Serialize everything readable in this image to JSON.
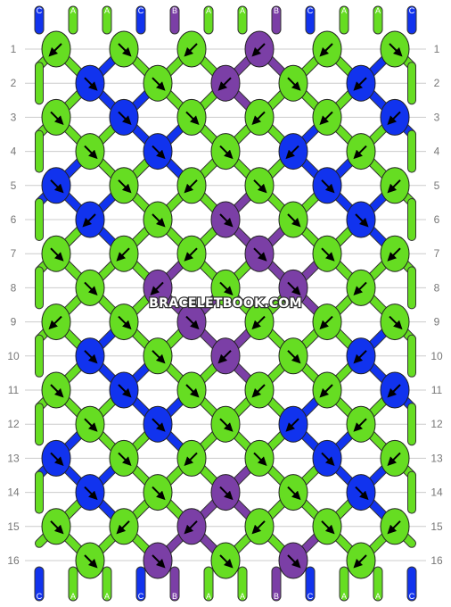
{
  "watermark": "BRACELETBOOK.COM",
  "colors": {
    "A": "#66dd22",
    "B": "#7b3fa6",
    "C": "#1133ee"
  },
  "strands_top": [
    "C",
    "A",
    "A",
    "C",
    "B",
    "A",
    "A",
    "B",
    "C",
    "A",
    "A",
    "C"
  ],
  "strands_bottom": [
    "C",
    "A",
    "A",
    "C",
    "B",
    "A",
    "A",
    "B",
    "C",
    "A",
    "A",
    "C"
  ],
  "row_labels": [
    "1",
    "2",
    "3",
    "4",
    "5",
    "6",
    "7",
    "8",
    "9",
    "10",
    "11",
    "12",
    "13",
    "14",
    "15",
    "16"
  ],
  "knots": [
    [
      {
        "c": "A",
        "d": "sw"
      },
      {
        "c": "A",
        "d": "se"
      },
      {
        "c": "A",
        "d": "sw"
      },
      {
        "c": "B",
        "d": "sw"
      },
      {
        "c": "A",
        "d": "sw"
      },
      {
        "c": "A",
        "d": "se"
      }
    ],
    [
      {
        "c": "C",
        "d": "se"
      },
      {
        "c": "A",
        "d": "se"
      },
      {
        "c": "B",
        "d": "sw"
      },
      {
        "c": "A",
        "d": "se"
      },
      {
        "c": "C",
        "d": "sw"
      }
    ],
    [
      {
        "c": "A",
        "d": "se"
      },
      {
        "c": "C",
        "d": "se"
      },
      {
        "c": "A",
        "d": "se"
      },
      {
        "c": "A",
        "d": "sw"
      },
      {
        "c": "A",
        "d": "sw"
      },
      {
        "c": "C",
        "d": "sw"
      }
    ],
    [
      {
        "c": "A",
        "d": "se"
      },
      {
        "c": "C",
        "d": "se"
      },
      {
        "c": "A",
        "d": "se"
      },
      {
        "c": "C",
        "d": "sw"
      },
      {
        "c": "A",
        "d": "sw"
      }
    ],
    [
      {
        "c": "C",
        "d": "se"
      },
      {
        "c": "A",
        "d": "se"
      },
      {
        "c": "A",
        "d": "sw"
      },
      {
        "c": "A",
        "d": "se"
      },
      {
        "c": "C",
        "d": "se"
      },
      {
        "c": "A",
        "d": "sw"
      }
    ],
    [
      {
        "c": "C",
        "d": "sw"
      },
      {
        "c": "A",
        "d": "se"
      },
      {
        "c": "B",
        "d": "se"
      },
      {
        "c": "A",
        "d": "se"
      },
      {
        "c": "C",
        "d": "se"
      }
    ],
    [
      {
        "c": "A",
        "d": "se"
      },
      {
        "c": "A",
        "d": "sw"
      },
      {
        "c": "A",
        "d": "sw"
      },
      {
        "c": "B",
        "d": "se"
      },
      {
        "c": "A",
        "d": "se"
      },
      {
        "c": "A",
        "d": "sw"
      }
    ],
    [
      {
        "c": "A",
        "d": "se"
      },
      {
        "c": "B",
        "d": "sw"
      },
      {
        "c": "A",
        "d": "se"
      },
      {
        "c": "B",
        "d": "se"
      },
      {
        "c": "A",
        "d": "sw"
      }
    ],
    [
      {
        "c": "A",
        "d": "sw"
      },
      {
        "c": "A",
        "d": "se"
      },
      {
        "c": "B",
        "d": "se"
      },
      {
        "c": "A",
        "d": "sw"
      },
      {
        "c": "A",
        "d": "sw"
      },
      {
        "c": "A",
        "d": "se"
      }
    ],
    [
      {
        "c": "C",
        "d": "se"
      },
      {
        "c": "A",
        "d": "se"
      },
      {
        "c": "B",
        "d": "sw"
      },
      {
        "c": "A",
        "d": "se"
      },
      {
        "c": "C",
        "d": "sw"
      }
    ],
    [
      {
        "c": "A",
        "d": "se"
      },
      {
        "c": "C",
        "d": "se"
      },
      {
        "c": "A",
        "d": "se"
      },
      {
        "c": "A",
        "d": "sw"
      },
      {
        "c": "A",
        "d": "sw"
      },
      {
        "c": "C",
        "d": "sw"
      }
    ],
    [
      {
        "c": "A",
        "d": "se"
      },
      {
        "c": "C",
        "d": "se"
      },
      {
        "c": "A",
        "d": "se"
      },
      {
        "c": "C",
        "d": "sw"
      },
      {
        "c": "A",
        "d": "sw"
      }
    ],
    [
      {
        "c": "C",
        "d": "se"
      },
      {
        "c": "A",
        "d": "se"
      },
      {
        "c": "A",
        "d": "sw"
      },
      {
        "c": "A",
        "d": "se"
      },
      {
        "c": "C",
        "d": "se"
      },
      {
        "c": "A",
        "d": "sw"
      }
    ],
    [
      {
        "c": "C",
        "d": "se"
      },
      {
        "c": "A",
        "d": "se"
      },
      {
        "c": "B",
        "d": "se"
      },
      {
        "c": "A",
        "d": "se"
      },
      {
        "c": "C",
        "d": "se"
      }
    ],
    [
      {
        "c": "A",
        "d": "se"
      },
      {
        "c": "A",
        "d": "sw"
      },
      {
        "c": "B",
        "d": "sw"
      },
      {
        "c": "A",
        "d": "sw"
      },
      {
        "c": "A",
        "d": "se"
      },
      {
        "c": "A",
        "d": "sw"
      }
    ],
    [
      {
        "c": "A",
        "d": "se"
      },
      {
        "c": "B",
        "d": "se"
      },
      {
        "c": "A",
        "d": "se"
      },
      {
        "c": "B",
        "d": "se"
      },
      {
        "c": "A",
        "d": "sw"
      }
    ]
  ]
}
